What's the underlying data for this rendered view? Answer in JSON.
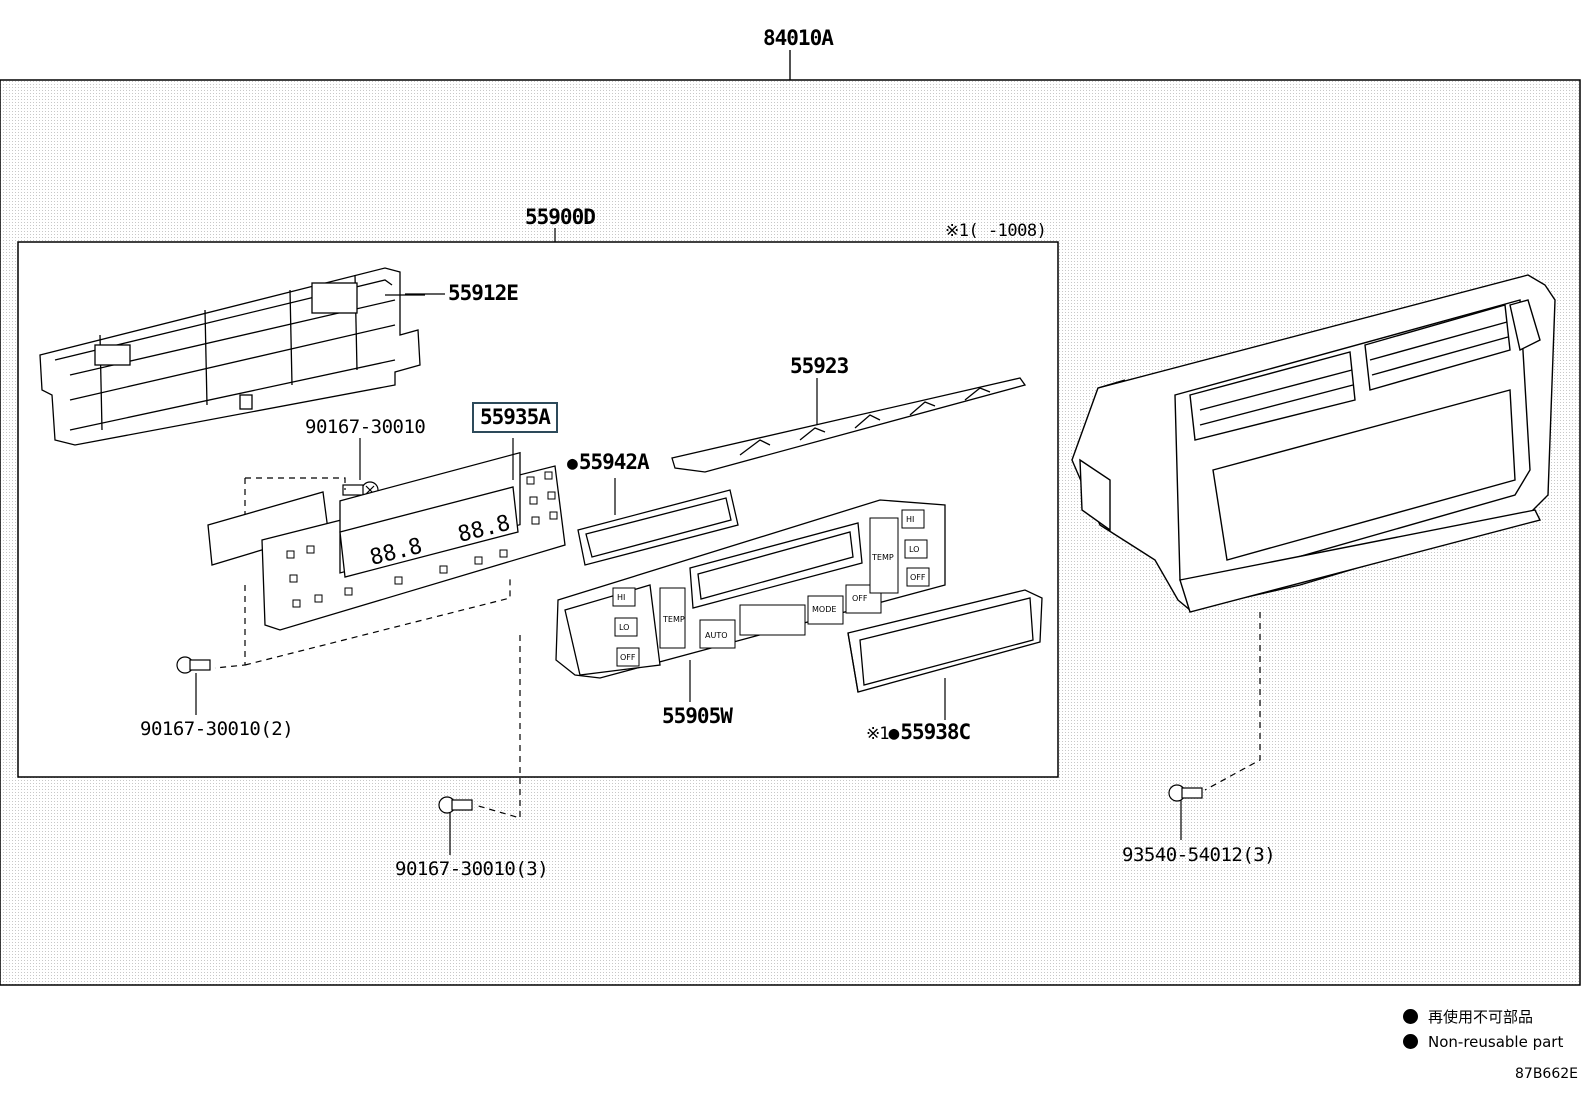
{
  "labels": {
    "assy": "84010A",
    "sub_assy": "55900D",
    "note_range": "※1(  -1008)",
    "housing": "55912E",
    "bracket": "55923",
    "panel": "55935A",
    "screw_top": "90167-30010",
    "seal": "55942A",
    "control": "55905W",
    "screw_left": "90167-30010(2)",
    "screen": "55938C",
    "screen_prefix": "※1",
    "screw_bottom": "90167-30010(3)",
    "screw_right": "93540-54012(3)"
  },
  "panel_display": {
    "left_temp": "88.8",
    "right_temp": "88.8"
  },
  "control_buttons": {
    "hi": "HI",
    "lo": "LO",
    "off": "OFF",
    "temp": "TEMP",
    "auto": "AUTO",
    "mode": "MODE",
    "fan_off": "OFF"
  },
  "legend": {
    "jp": "再使用不可部品",
    "en": "Non-reusable part"
  },
  "figure_code": "87B662E"
}
